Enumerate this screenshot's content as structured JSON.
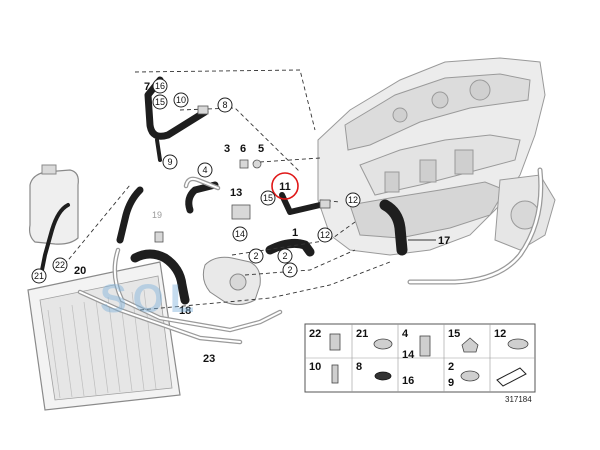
{
  "labels": {
    "p1": "1",
    "p2a": "2",
    "p2b": "2",
    "p2c": "2",
    "p3": "3",
    "p4": "4",
    "p5": "5",
    "p6": "6",
    "p7": "7",
    "p8": "8",
    "p9": "9",
    "p10": "10",
    "p11": "11",
    "p12a": "12",
    "p12b": "12",
    "p13": "13",
    "p14": "14",
    "p15a": "15",
    "p15b": "15",
    "p16": "16",
    "p17": "17",
    "p18": "18",
    "p19": "19",
    "p20": "20",
    "p21": "21",
    "p22": "22",
    "p23": "23"
  },
  "legend": {
    "l22": "22",
    "l21": "21",
    "l4": "4",
    "l15": "15",
    "l12": "12",
    "l14": "14",
    "l10": "10",
    "l8": "8",
    "l16": "16",
    "l2": "2",
    "l9": "9"
  },
  "watermark": "SOL",
  "diagram_id": "317184",
  "colors": {
    "hose": "#1e1e1e",
    "engine": "#cfcfcf",
    "highlight": "#e01818"
  }
}
